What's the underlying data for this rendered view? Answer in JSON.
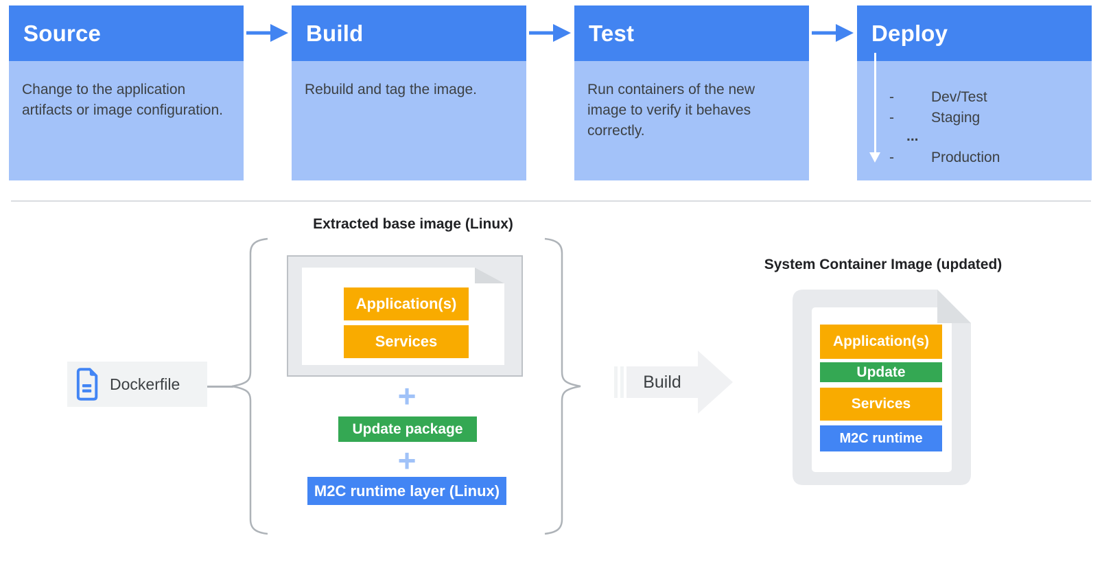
{
  "pipeline": {
    "stages": [
      {
        "title": "Source",
        "description": "Change to the application artifacts or image configuration."
      },
      {
        "title": "Build",
        "description": "Rebuild and tag the image."
      },
      {
        "title": "Test",
        "description": "Run containers of the new image to verify it behaves correctly."
      },
      {
        "title": "Deploy",
        "targets": [
          {
            "bullet": "-",
            "label": "Dev/Test"
          },
          {
            "bullet": "-",
            "label": "Staging"
          },
          {
            "bullet": "",
            "label": "..."
          },
          {
            "bullet": "-",
            "label": "Production"
          }
        ]
      }
    ]
  },
  "build_flow": {
    "dockerfile_label": "Dockerfile",
    "plus_sign": "+",
    "base_image": {
      "title": "Extracted base image (Linux)",
      "layers": {
        "app": "Application(s)",
        "services": "Services"
      }
    },
    "additions": {
      "update_package": "Update package",
      "runtime_layer": "M2C runtime layer (Linux)"
    },
    "build_arrow_label": "Build",
    "result_image": {
      "title": "System Container Image (updated)",
      "layers": {
        "app": "Application(s)",
        "update": "Update",
        "services": "Services",
        "runtime": "M2C runtime"
      }
    }
  },
  "icons": {
    "stage_arrow": "right-arrow",
    "deploy_order_arrow": "down-arrow",
    "dockerfile_icon": "blue-document",
    "build_arrow": "right-block-arrow",
    "braces": "curly-braces"
  },
  "colors": {
    "header_blue": "#4284F1",
    "body_light_blue": "#A3C2F9",
    "chip_yellow": "#F9AB00",
    "chip_green": "#34A853",
    "chip_blue": "#4285F4",
    "plus_light_blue": "#A0C2F8",
    "frame_gray": "#E8EAED",
    "frame_border_gray": "#BDC1C6",
    "light_gray_fill": "#F1F3F4",
    "text_dark": "#3C4043"
  }
}
